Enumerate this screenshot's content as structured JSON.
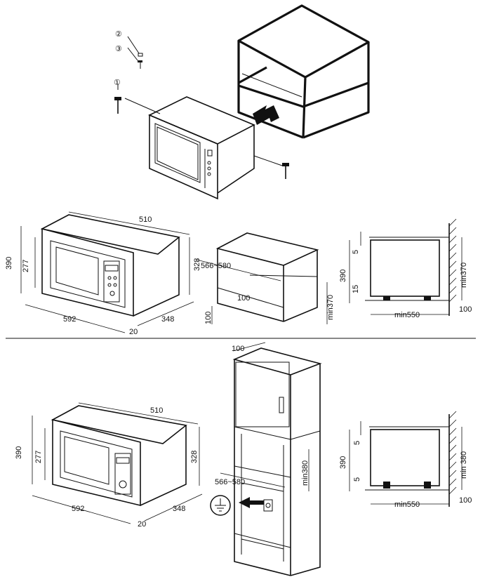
{
  "callouts": {
    "c1": "①",
    "c2": "②",
    "c3": "③"
  },
  "top_row": {
    "oven_width": "510",
    "oven_height_outer": "390",
    "oven_height_inner": "277",
    "oven_height_body": "328",
    "oven_front_width": "592",
    "oven_depth": "348",
    "oven_frame_depth": "20",
    "niche_width": "566~580",
    "niche_gap": "100",
    "niche_height": "min370",
    "niche_base": "100",
    "side_height": "390",
    "side_top_gap": "5",
    "side_bottom_gap": "15",
    "side_min_height": "min370",
    "side_depth": "min550",
    "side_floor": "100"
  },
  "bottom_row": {
    "oven_width": "510",
    "oven_height_outer": "390",
    "oven_height_inner": "277",
    "oven_height_body": "328",
    "oven_front_width": "592",
    "oven_depth": "348",
    "oven_frame_depth": "20",
    "cabinet_top": "100",
    "niche_width": "566~580",
    "niche_height": "min380",
    "side_height": "390",
    "side_top_gap": "5",
    "side_bottom_gap": "5",
    "side_min_height": "min 380",
    "side_depth": "min550",
    "side_floor": "100"
  },
  "icons": [
    "screw-icon",
    "arrow-icon",
    "ground-symbol-icon"
  ]
}
